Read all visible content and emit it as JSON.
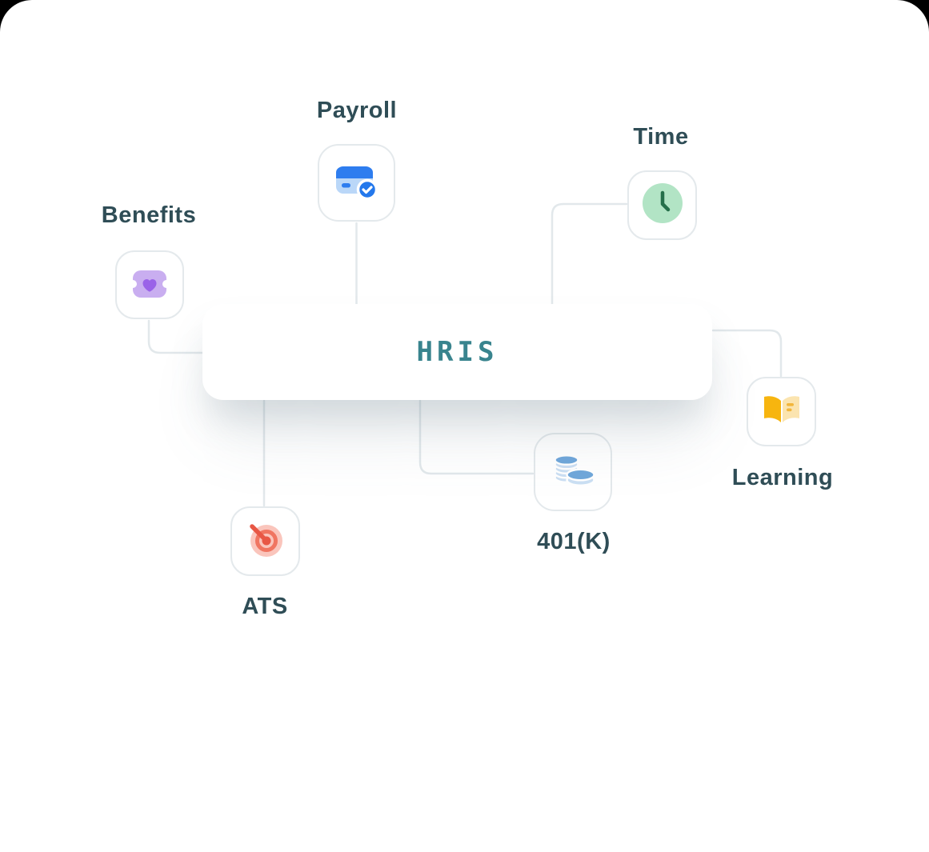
{
  "page": {
    "canvas_background": "#ffffff",
    "outside_background": "#000000"
  },
  "hub": {
    "label": "HRIS",
    "text_color": "#39848E"
  },
  "nodes": [
    {
      "id": "benefits",
      "label": "Benefits",
      "icon": "ticket-heart-icon",
      "icon_main_color": "#C9AEF0",
      "icon_accent_color": "#9A63E8",
      "label_position": "above"
    },
    {
      "id": "payroll",
      "label": "Payroll",
      "icon": "credit-card-check-icon",
      "icon_main_color": "#BAD7F8",
      "icon_accent_color": "#2E7DEF",
      "label_position": "above"
    },
    {
      "id": "time",
      "label": "Time",
      "icon": "clock-icon",
      "icon_main_color": "#B2E4C5",
      "icon_accent_color": "#256F4A",
      "label_position": "above"
    },
    {
      "id": "learning",
      "label": "Learning",
      "icon": "open-book-icon",
      "icon_main_color": "#F7B50F",
      "icon_accent_color": "#FBE4AF",
      "label_position": "below"
    },
    {
      "id": "ats",
      "label": "ATS",
      "icon": "target-dart-icon",
      "icon_main_color": "#FAC5BC",
      "icon_accent_color": "#E85745",
      "label_position": "below"
    },
    {
      "id": "401k",
      "label": "401(K)",
      "icon": "coin-stack-icon",
      "icon_main_color": "#CBDFF3",
      "icon_accent_color": "#70A7DA",
      "label_position": "below"
    }
  ],
  "style": {
    "label_color": "#2F4D56",
    "card_border_color": "#E4E9EC",
    "connector_color": "#E2E8EB"
  }
}
